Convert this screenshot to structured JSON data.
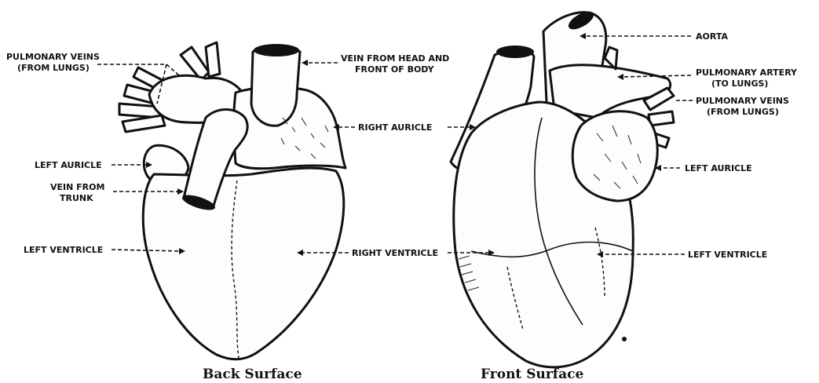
{
  "back": {
    "caption": "Back Surface",
    "labels": {
      "pulmonary_veins_1": "PULMONARY VEINS",
      "pulmonary_veins_2": "(FROM LUNGS)",
      "vein_head_1": "VEIN FROM HEAD AND",
      "vein_head_2": "FRONT OF BODY",
      "right_auricle": "RIGHT AURICLE",
      "left_auricle": "LEFT AURICLE",
      "vein_trunk_1": "VEIN FROM",
      "vein_trunk_2": "TRUNK",
      "left_ventricle": "LEFT VENTRICLE",
      "right_ventricle": "RIGHT VENTRICLE"
    }
  },
  "front": {
    "caption": "Front Surface",
    "labels": {
      "aorta": "AORTA",
      "pulmonary_artery_1": "PULMONARY ARTERY",
      "pulmonary_artery_2": "(TO LUNGS)",
      "pulmonary_veins_1": "PULMONARY VEINS",
      "pulmonary_veins_2": "(FROM LUNGS)",
      "left_auricle": "LEFT AURICLE",
      "left_ventricle": "LEFT VENTRICLE"
    }
  }
}
